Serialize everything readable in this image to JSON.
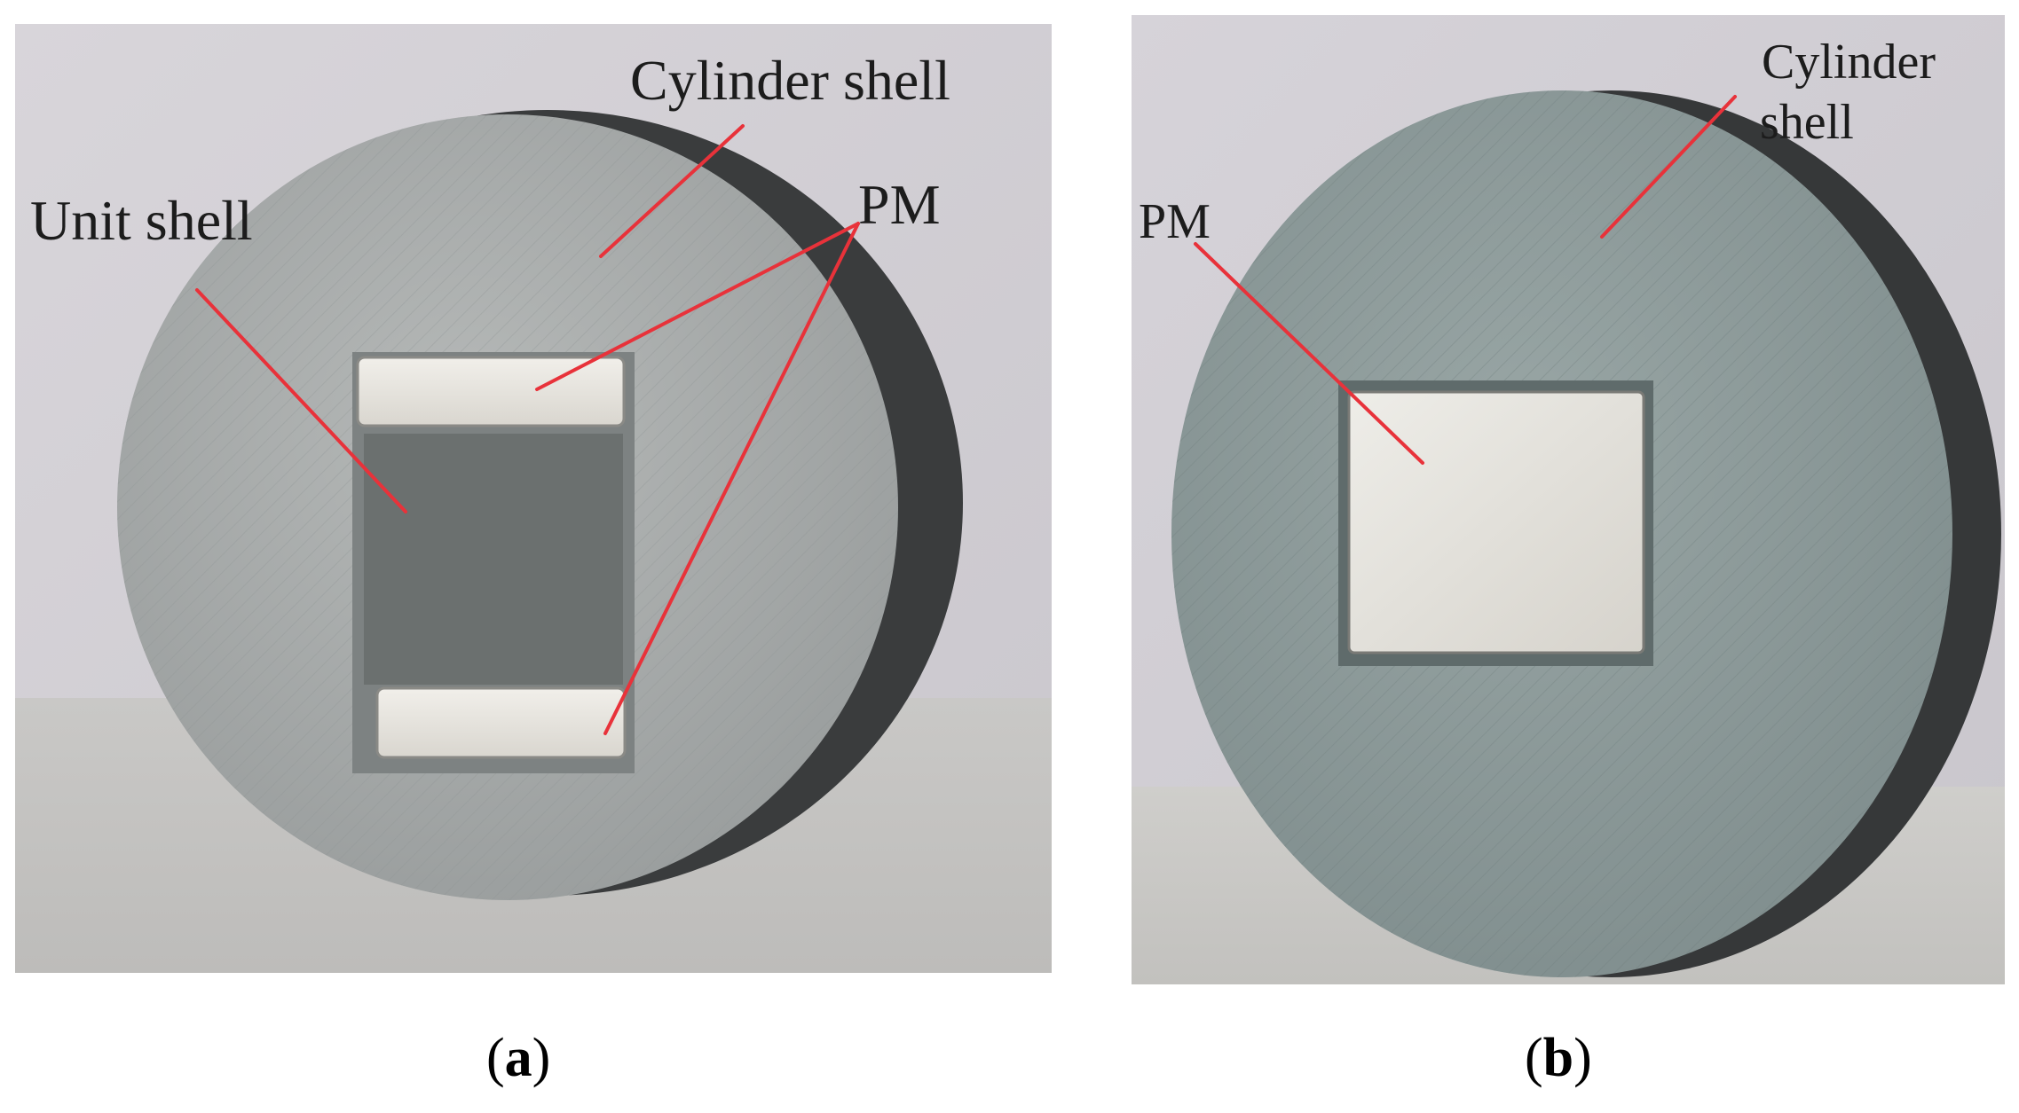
{
  "figure": {
    "panel_a": {
      "caption_letter": "a",
      "labels": {
        "cylinder_shell": "Cylinder shell",
        "unit_shell": "Unit shell",
        "pm": "PM"
      }
    },
    "panel_b": {
      "caption_letter": "b",
      "labels": {
        "cylinder_shell_line1": "Cylinder",
        "cylinder_shell_line2": "shell",
        "pm": "PM"
      }
    }
  },
  "colors": {
    "wall": "#d3d0d6",
    "table": "#c4c3c1",
    "disk_face_a": "#a7abaa",
    "disk_face_b": "#8c9a99",
    "disk_edge": "#3b3d3e",
    "magnet": "#e2e0da",
    "pointer_line": "#e8323a"
  }
}
